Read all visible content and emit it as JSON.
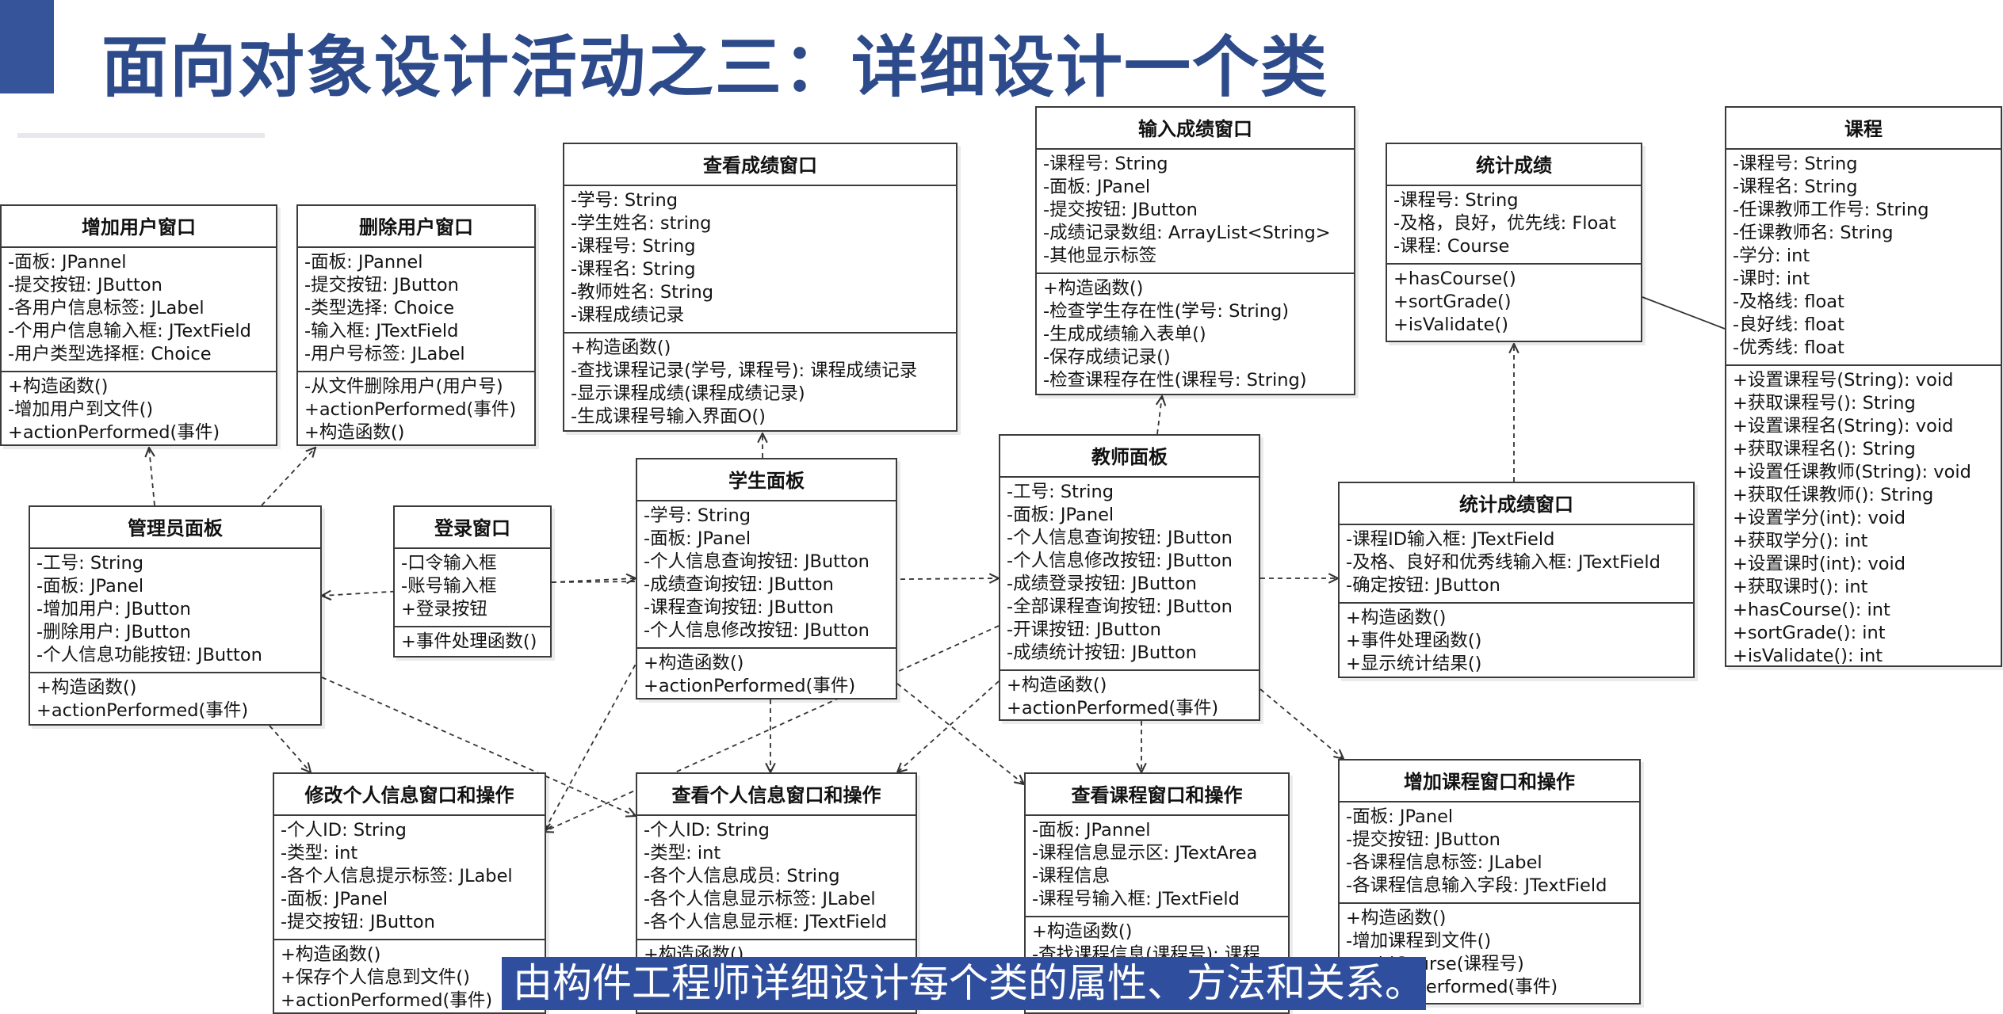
{
  "slide": {
    "title": "面向对象设计活动之三：详细设计一个类",
    "caption": "由构件工程师详细设计每个类的属性、方法和关系。",
    "accent_color": "#35549a",
    "title_color": "#2d4a8a"
  },
  "classes": [
    {
      "id": "add-user-window",
      "name": "增加用户窗口",
      "attributes": [
        "-面板: JPannel",
        "-提交按钮: JButton",
        "-各用户信息标签: JLabel",
        "-个用户信息输入框: JTextField",
        "-用户类型选择框: Choice"
      ],
      "methods": [
        "+构造函数()",
        "-增加用户到文件()",
        "+actionPerformed(事件)"
      ]
    },
    {
      "id": "delete-user-window",
      "name": "删除用户窗口",
      "attributes": [
        "-面板: JPannel",
        "-提交按钮: JButton",
        "-类型选择: Choice",
        "-输入框: JTextField",
        "-用户号标签: JLabel"
      ],
      "methods": [
        "-从文件删除用户(用户号)",
        "+actionPerformed(事件)",
        "+构造函数()"
      ]
    },
    {
      "id": "view-grades-window",
      "name": "查看成绩窗口",
      "attributes": [
        "-学号: String",
        "-学生姓名: string",
        "-课程号: String",
        "-课程名: String",
        "-教师姓名: String",
        "-课程成绩记录"
      ],
      "methods": [
        "+构造函数()",
        "-查找课程记录(学号, 课程号): 课程成绩记录",
        "-显示课程成绩(课程成绩记录)",
        "-生成课程号输入界面O()"
      ]
    },
    {
      "id": "enter-grades-window",
      "name": "输入成绩窗口",
      "attributes": [
        "-课程号: String",
        "-面板: JPanel",
        "-提交按钮: JButton",
        "-成绩记录数组: ArrayList<String>",
        "-其他显示标签"
      ],
      "methods": [
        "+构造函数()",
        "-检查学生存在性(学号: String)",
        "-生成成绩输入表单()",
        "-保存成绩记录()",
        "-检查课程存在性(课程号: String)"
      ]
    },
    {
      "id": "grade-statistics",
      "name": "统计成绩",
      "attributes": [
        "-课程号: String",
        "-及格，良好，优先线: Float",
        "-课程: Course"
      ],
      "methods": [
        "+hasCourse()",
        "+sortGrade()",
        "+isValidate()"
      ]
    },
    {
      "id": "course",
      "name": "课程",
      "attributes": [
        "-课程号: String",
        "-课程名: String",
        "-任课教师工作号: String",
        "-任课教师名: String",
        "-学分: int",
        "-课时: int",
        "-及格线: float",
        "-良好线: float",
        "-优秀线: float"
      ],
      "methods": [
        "+设置课程号(String): void",
        "+获取课程号(): String",
        "+设置课程名(String): void",
        "+获取课程名(): String",
        "+设置任课教师(String): void",
        "+获取任课教师(): String",
        "+设置学分(int): void",
        "+获取学分(): int",
        "+设置课时(int): void",
        "+获取课时(): int",
        "+hasCourse(): int",
        "+sortGrade(): int",
        "+isValidate(): int"
      ]
    },
    {
      "id": "admin-panel",
      "name": "管理员面板",
      "attributes": [
        "-工号: String",
        "-面板: JPanel",
        "-增加用户: JButton",
        "-删除用户: JButton",
        "-个人信息功能按钮: JButton"
      ],
      "methods": [
        "+构造函数()",
        "+actionPerformed(事件)"
      ]
    },
    {
      "id": "login-window",
      "name": "登录窗口",
      "attributes": [
        "-口令输入框",
        "-账号输入框",
        "+登录按钮"
      ],
      "methods": [
        "+事件处理函数()"
      ]
    },
    {
      "id": "student-panel",
      "name": "学生面板",
      "attributes": [
        "-学号: String",
        "-面板: JPanel",
        "-个人信息查询按钮: JButton",
        "-成绩查询按钮: JButton",
        "-课程查询按钮: JButton",
        "-个人信息修改按钮: JButton"
      ],
      "methods": [
        "+构造函数()",
        "+actionPerformed(事件)"
      ]
    },
    {
      "id": "teacher-panel",
      "name": "教师面板",
      "attributes": [
        "-工号: String",
        "-面板: JPanel",
        "-个人信息查询按钮: JButton",
        "-个人信息修改按钮: JButton",
        "-成绩登录按钮: JButton",
        "-全部课程查询按钮: JButton",
        "-开课按钮: JButton",
        "-成绩统计按钮: JButton"
      ],
      "methods": [
        "+构造函数()",
        "+actionPerformed(事件)"
      ]
    },
    {
      "id": "grade-statistics-window",
      "name": "统计成绩窗口",
      "attributes": [
        "-课程ID输入框: JTextField",
        "-及格、良好和优秀线输入框: JTextField",
        "-确定按钮: JButton"
      ],
      "methods": [
        "+构造函数()",
        "+事件处理函数()",
        "+显示统计结果()"
      ]
    },
    {
      "id": "edit-personal-info-window",
      "name": "修改个人信息窗口和操作",
      "attributes": [
        "-个人ID: String",
        "-类型: int",
        "-各个人信息提示标签: JLabel",
        "-面板: JPanel",
        "-提交按钮: JButton"
      ],
      "methods": [
        "+构造函数()",
        "+保存个人信息到文件()",
        "+actionPerformed(事件)"
      ]
    },
    {
      "id": "view-personal-info-window",
      "name": "查看个人信息窗口和操作",
      "attributes": [
        "-个人ID: String",
        "-类型: int",
        "-各个人信息成员: String",
        "-各个人信息显示标签: JLabel",
        "-各个人信息显示框: JTextField"
      ],
      "methods": [
        "+构造函数()"
      ]
    },
    {
      "id": "view-course-window",
      "name": "查看课程窗口和操作",
      "attributes": [
        "-面板: JPannel",
        "-课程信息显示区: JTextArea",
        "-课程信息",
        "-课程号输入框: JTextField"
      ],
      "methods": [
        "+构造函数()",
        "-查找课程信息(课程号): 课程"
      ]
    },
    {
      "id": "add-course-window",
      "name": "增加课程窗口和操作",
      "attributes": [
        "-面板: JPanel",
        "-提交按钮: JButton",
        "-各课程信息标签: JLabel",
        "-各课程信息输入字段: JTextField"
      ],
      "methods": [
        "+构造函数()",
        "-增加课程到文件()",
        "+addCourse(课程号)",
        "+actionPerformed(事件)"
      ]
    }
  ],
  "relations": [
    {
      "from": "admin-panel",
      "to": "add-user-window",
      "style": "dashed-arrow"
    },
    {
      "from": "admin-panel",
      "to": "delete-user-window",
      "style": "dashed-arrow"
    },
    {
      "from": "login-window",
      "to": "admin-panel",
      "style": "dashed-arrow"
    },
    {
      "from": "login-window",
      "to": "student-panel",
      "style": "dashed-arrow"
    },
    {
      "from": "login-window",
      "to": "teacher-panel",
      "style": "dashed-arrow"
    },
    {
      "from": "student-panel",
      "to": "view-grades-window",
      "style": "dashed-arrow"
    },
    {
      "from": "teacher-panel",
      "to": "enter-grades-window",
      "style": "dashed-arrow"
    },
    {
      "from": "teacher-panel",
      "to": "grade-statistics-window",
      "style": "dashed-arrow"
    },
    {
      "from": "grade-statistics-window",
      "to": "grade-statistics",
      "style": "dashed-arrow"
    },
    {
      "from": "grade-statistics",
      "to": "course",
      "style": "solid-line"
    },
    {
      "from": "admin-panel",
      "to": "edit-personal-info-window",
      "style": "dashed-arrow"
    },
    {
      "from": "admin-panel",
      "to": "view-personal-info-window",
      "style": "dashed-arrow"
    },
    {
      "from": "student-panel",
      "to": "edit-personal-info-window",
      "style": "dashed-arrow"
    },
    {
      "from": "student-panel",
      "to": "view-personal-info-window",
      "style": "dashed-arrow"
    },
    {
      "from": "student-panel",
      "to": "view-course-window",
      "style": "dashed-arrow"
    },
    {
      "from": "teacher-panel",
      "to": "edit-personal-info-window",
      "style": "dashed-arrow"
    },
    {
      "from": "teacher-panel",
      "to": "view-personal-info-window",
      "style": "dashed-arrow"
    },
    {
      "from": "teacher-panel",
      "to": "view-course-window",
      "style": "dashed-arrow"
    },
    {
      "from": "teacher-panel",
      "to": "add-course-window",
      "style": "dashed-arrow"
    }
  ]
}
